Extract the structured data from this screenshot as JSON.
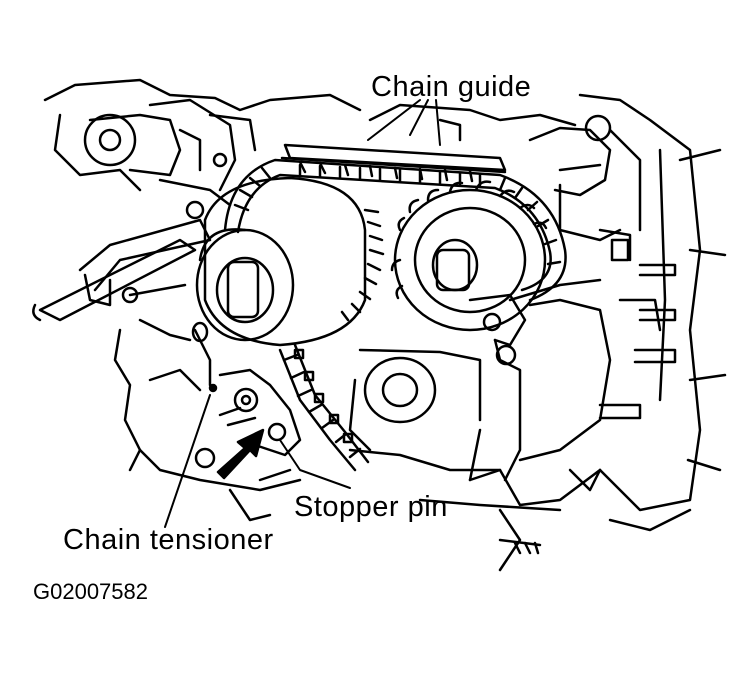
{
  "labels": {
    "chain_guide": "Chain guide",
    "stopper_pin": "Stopper pin",
    "chain_tensioner": "Chain tensioner"
  },
  "figure_code": "G02007582",
  "colors": {
    "ink": "#000000",
    "paper": "#ffffff"
  }
}
